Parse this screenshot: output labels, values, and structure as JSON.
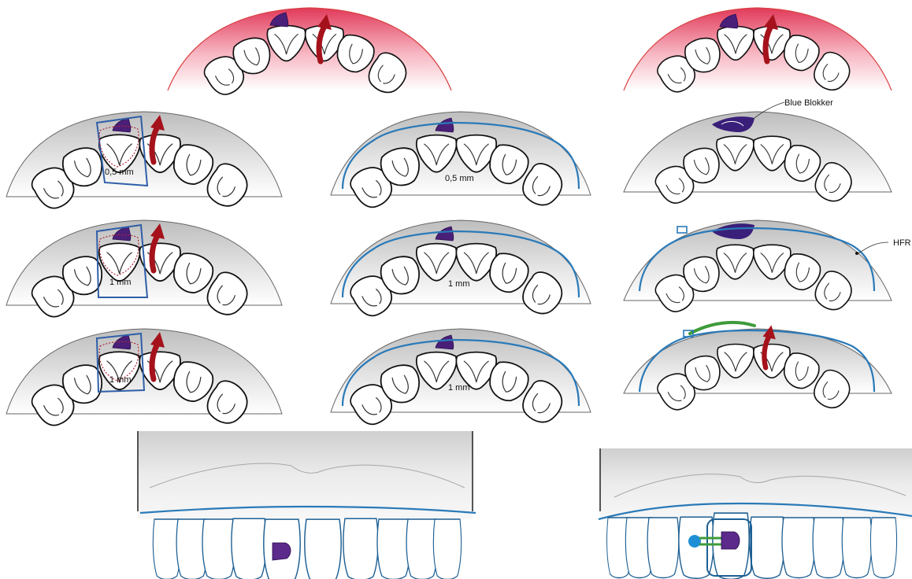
{
  "labels": {
    "measure_05": "0,5 mm",
    "measure_1": "1 mm",
    "blue_blokker": "Blue Blokker",
    "hfr": "HFR"
  },
  "colors": {
    "arch_grey_light": "#e4e4e4",
    "arch_grey_dark": "#c9c9c9",
    "arch_red": "#e13a5a",
    "arch_red_light": "#ffffff",
    "aligner_blue": "#2a7ab8",
    "attachment_purple": "#4a1f78",
    "arrow_red": "#a5121b",
    "window_blue": "#2f5fa8",
    "elastic_green": "#3e9b3a",
    "button_blue": "#1e8fd6",
    "cut_line_red": "#b0263a"
  },
  "icons": [
    "upper-arch-icon",
    "tooth-icon",
    "rotation-arrow-icon",
    "attachment-icon",
    "aligner-outline-icon",
    "cutout-window-icon",
    "elastic-band-icon",
    "button-icon"
  ]
}
